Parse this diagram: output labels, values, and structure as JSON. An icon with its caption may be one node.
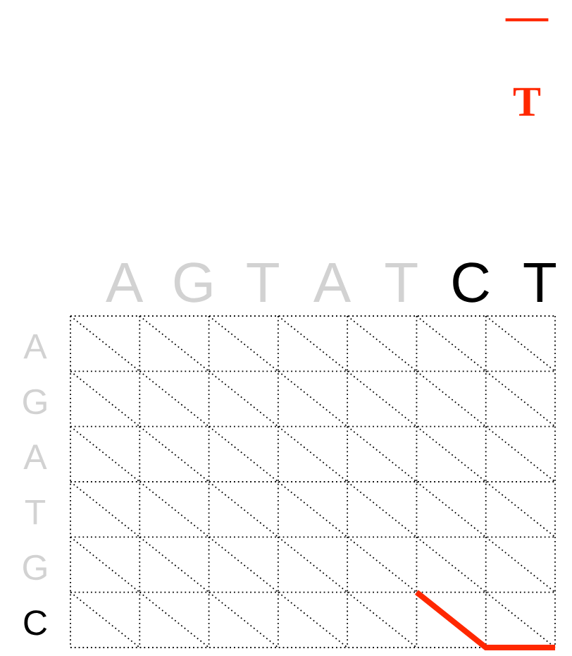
{
  "diagram": {
    "labels": [
      "—",
      "T",
      "A",
      "G",
      "T",
      "A",
      "T",
      "C",
      "T",
      "A",
      "G",
      "A",
      "T",
      "G",
      "C"
    ]
  }
}
